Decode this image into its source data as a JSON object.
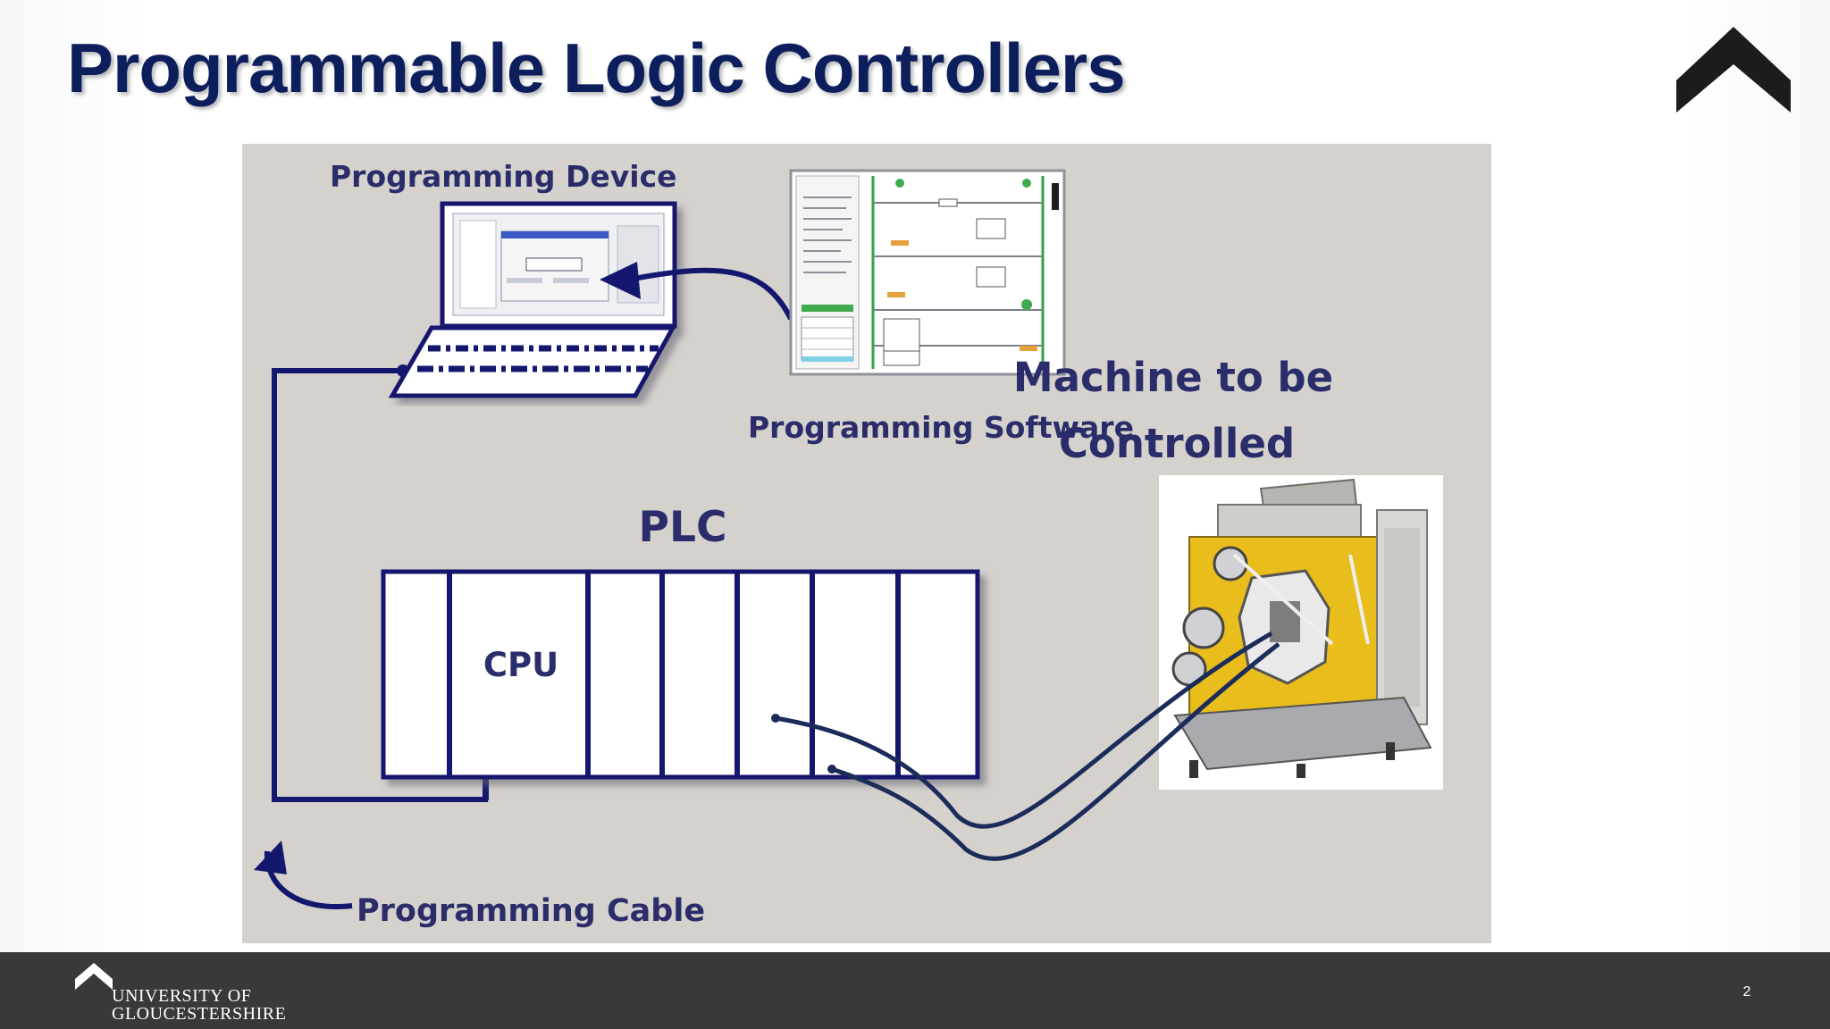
{
  "slide": {
    "title": "Programmable Logic Controllers",
    "page_number": "2"
  },
  "diagram": {
    "labels": {
      "programming_device": "Programming Device",
      "programming_software": "Programming Software",
      "machine_line1": "Machine to be",
      "machine_line2": "Controlled",
      "plc": "PLC",
      "cpu": "CPU",
      "programming_cable": "Programming Cable"
    }
  },
  "footer": {
    "university_line1": "UNIVERSITY OF",
    "university_line2": "GLOUCESTERSHIRE"
  },
  "colors": {
    "title": "#0c1f5c",
    "diagram_background": "#d5d1cd",
    "diagram_ink": "#13186e",
    "footer_background": "#37393b",
    "machine_yellow": "#e8bd1c"
  },
  "icons": {
    "top_right": "chevron-up-icon",
    "footer_logo": "chevron-logo-icon"
  }
}
